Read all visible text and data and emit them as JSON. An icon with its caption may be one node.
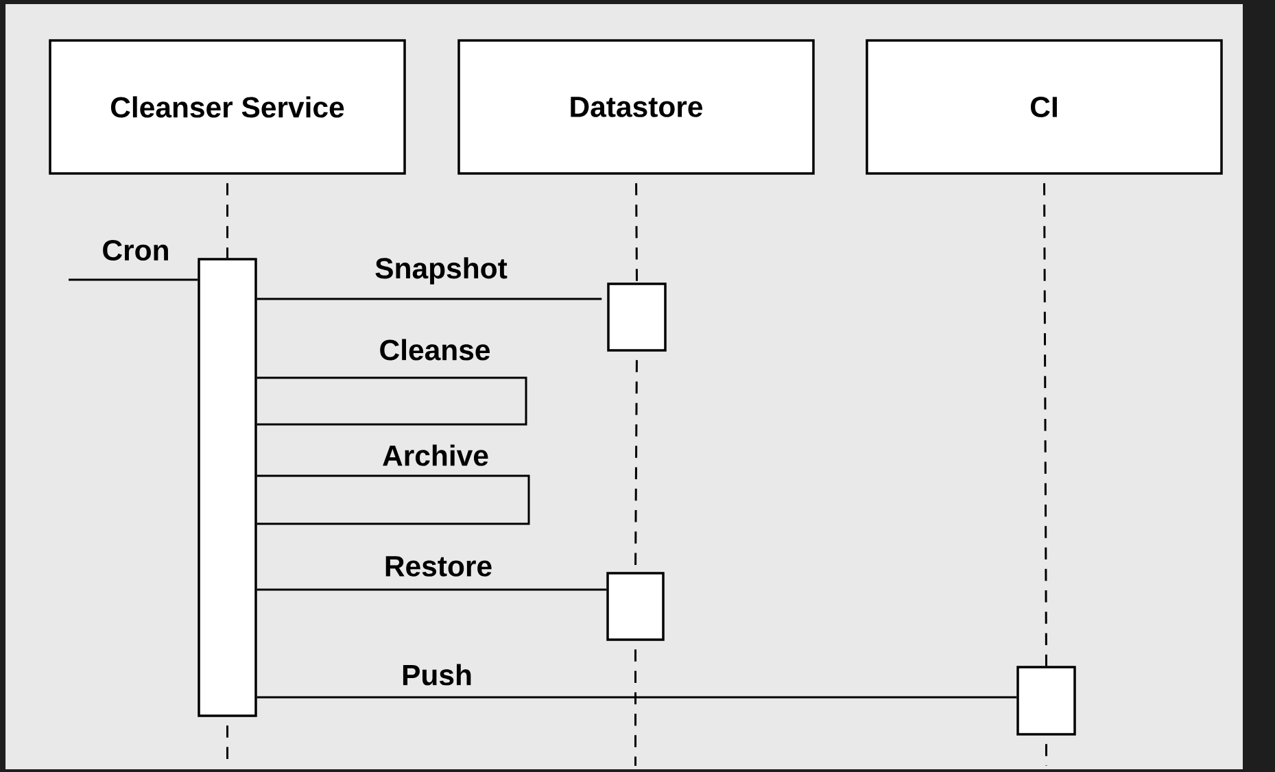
{
  "diagram": {
    "nodes": [
      {
        "text": [
          "Cleanser Service"
        ]
      },
      {
        "text": [
          "Datastore"
        ]
      },
      {
        "text": [
          "CI"
        ]
      },
      {
        "text": [],
        "shape": "box"
      },
      {
        "text": [],
        "shape": "box"
      },
      {
        "text": [],
        "shape": "box"
      },
      {
        "text": [],
        "shape": "box"
      }
    ],
    "edges": [
      {
        "from": 0,
        "to": 3,
        "arrow": "none",
        "style": "dashed"
      },
      {
        "from": 1,
        "to": 4,
        "arrow": "none",
        "style": "dashed"
      },
      {
        "from": 4,
        "to": 5,
        "arrow": "none",
        "style": "dashed"
      },
      {
        "from": 2,
        "to": 6,
        "arrow": "none",
        "style": "dashed"
      },
      {
        "from": 3,
        "to": null,
        "arrow": "none",
        "style": "dashed"
      },
      {
        "from": 5,
        "to": null,
        "arrow": "none",
        "style": "dashed"
      },
      {
        "from": 6,
        "to": null,
        "arrow": "none",
        "style": "dashed"
      },
      {
        "from": null,
        "to": 3,
        "arrow": "none",
        "label": "Cron"
      },
      {
        "from": 3,
        "to": 4,
        "arrow": "none",
        "label": "Snapshot"
      },
      {
        "from": 3,
        "to": 3,
        "arrow": "none",
        "label": "Cleanse"
      },
      {
        "from": 3,
        "to": 3,
        "arrow": "none",
        "label": "Archive"
      },
      {
        "from": 3,
        "to": 5,
        "arrow": "none",
        "label": "Restore"
      },
      {
        "from": 3,
        "to": 6,
        "arrow": "none",
        "label": "Push"
      }
    ]
  }
}
